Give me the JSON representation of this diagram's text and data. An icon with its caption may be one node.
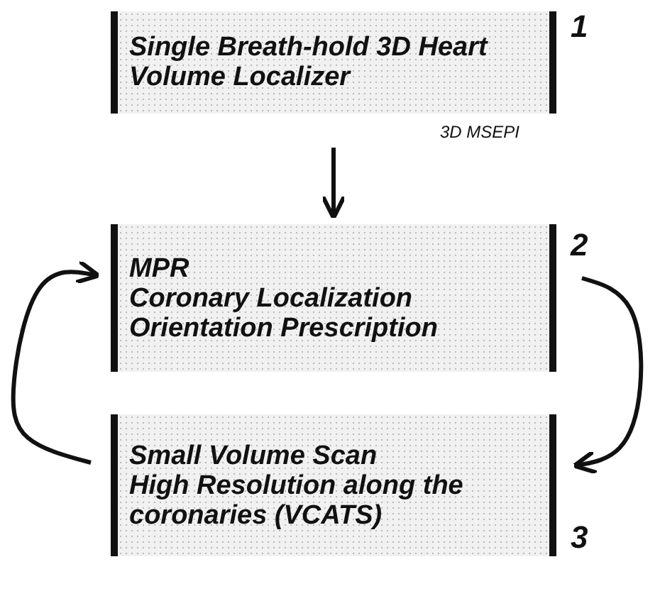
{
  "diagram": {
    "nodes": [
      {
        "text": [
          "Single Breath-hold 3D Heart Volume Localizer"
        ],
        "beside": [
          "1",
          "3D MSEPI"
        ]
      },
      {
        "text": [
          "MPR",
          "Coronary Localization",
          "Orientation Prescription"
        ],
        "beside": [
          "2"
        ]
      },
      {
        "text": [
          "Small Volume Scan",
          "High Resolution along the coronaries (VCATS)"
        ],
        "beside": [
          "3"
        ]
      }
    ],
    "edges": [
      {
        "from": 0,
        "to": 1,
        "arrow": "to"
      },
      {
        "from": 1,
        "to": 2,
        "arrow": "to"
      },
      {
        "from": 2,
        "to": 1,
        "arrow": "to"
      }
    ]
  }
}
